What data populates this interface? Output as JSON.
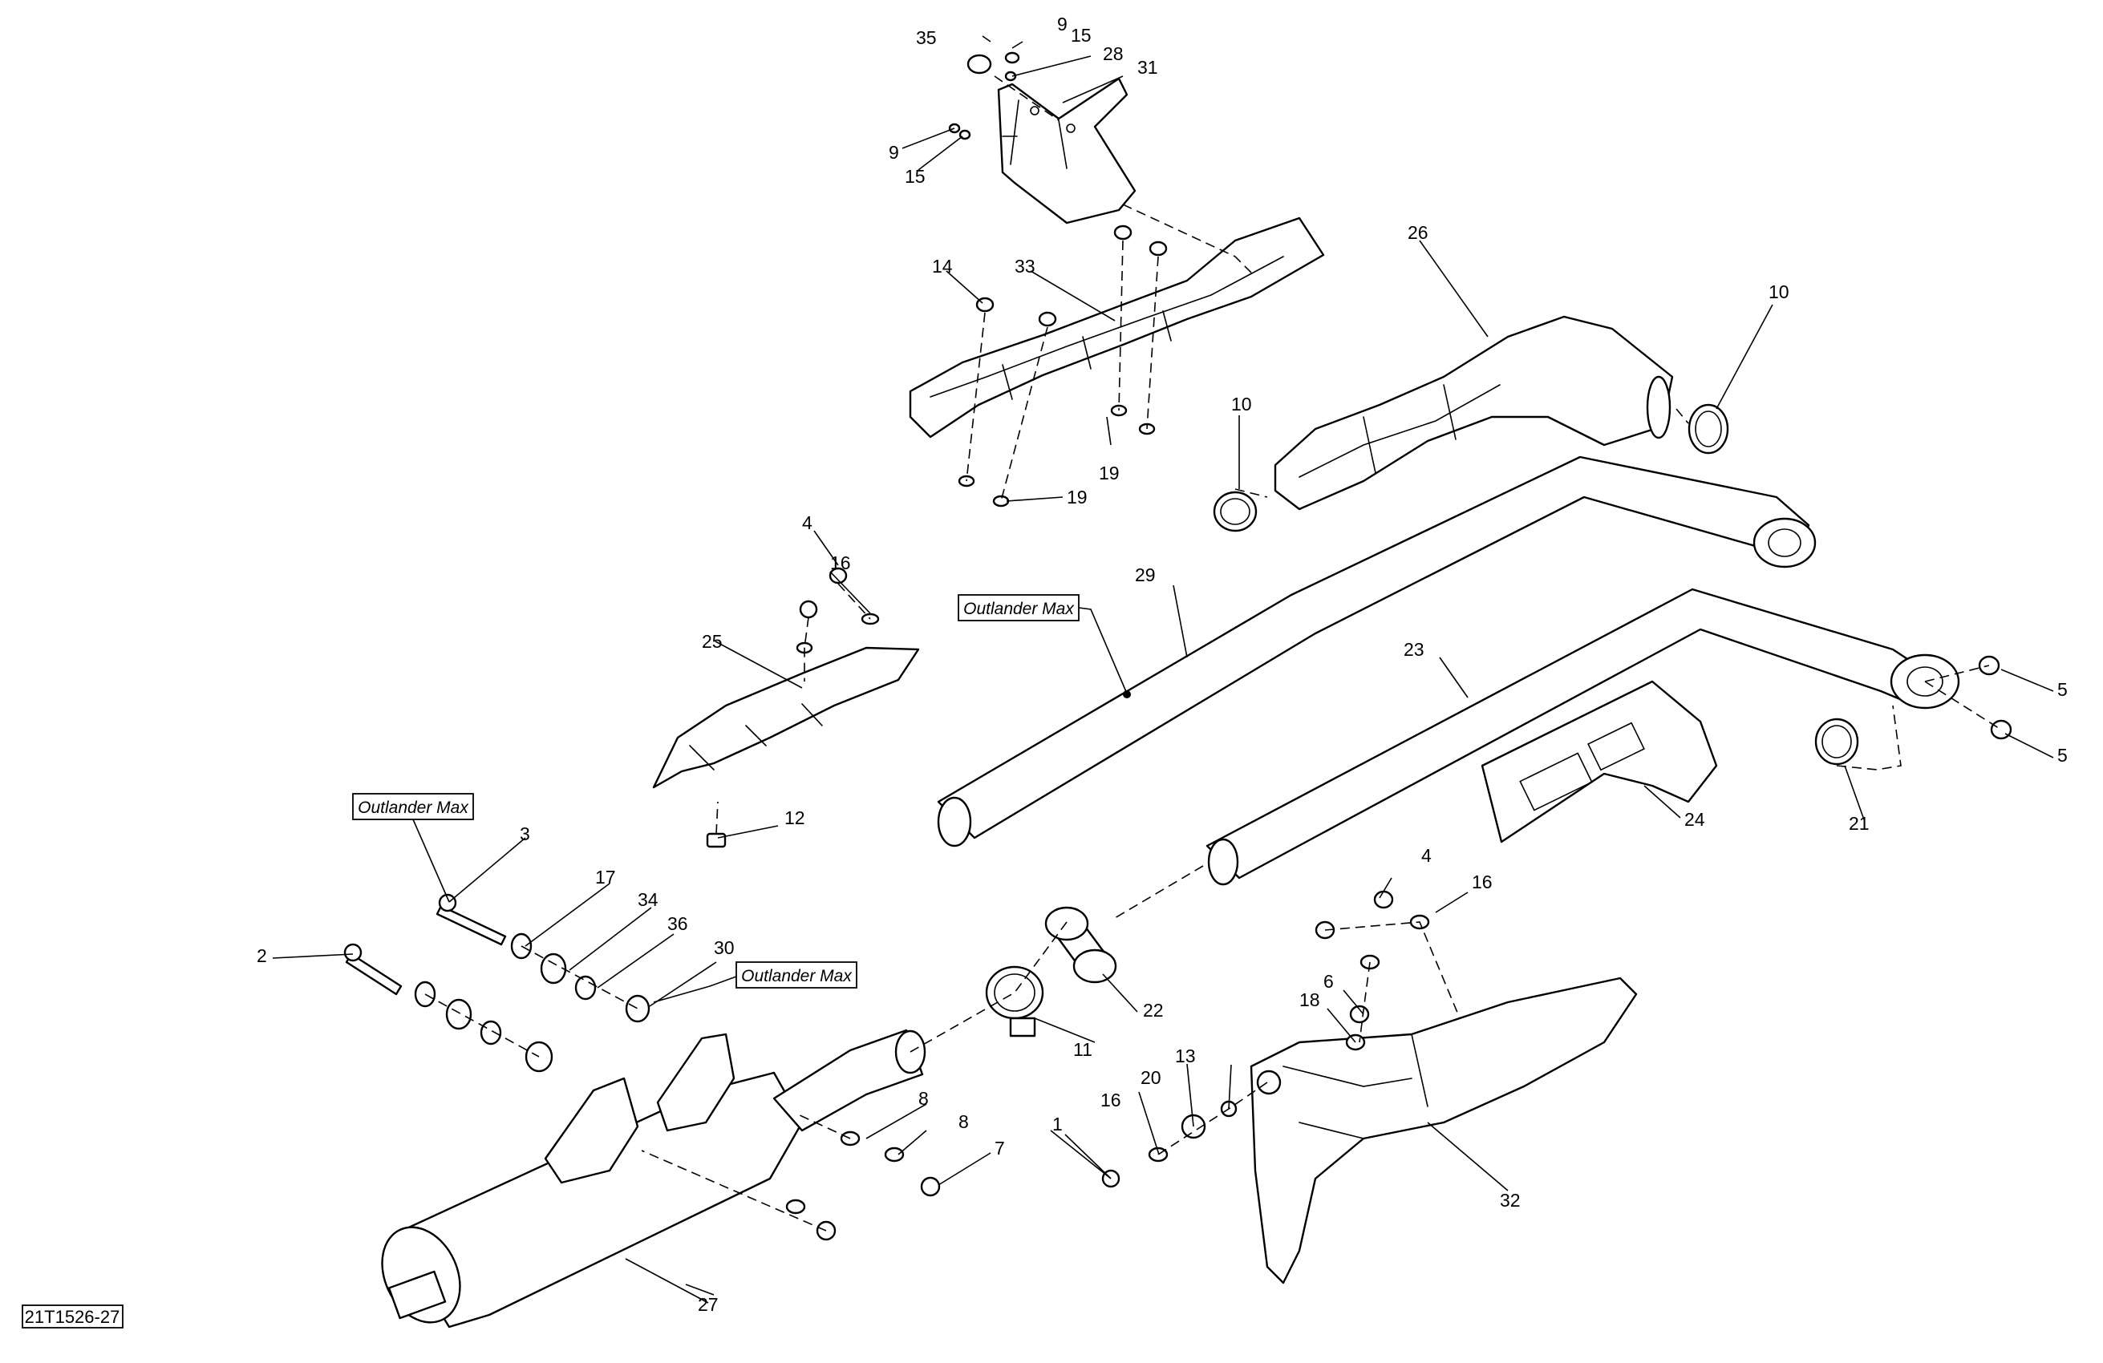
{
  "diagram": {
    "reference_code": "21T1526-27",
    "variant_label": "Outlander Max",
    "callouts": [
      "1",
      "2",
      "3",
      "4",
      "4",
      "5",
      "5",
      "6",
      "7",
      "8",
      "8",
      "9",
      "9",
      "10",
      "10",
      "11",
      "12",
      "13",
      "14",
      "15",
      "15",
      "16",
      "16",
      "16",
      "17",
      "18",
      "19",
      "19",
      "20",
      "21",
      "22",
      "23",
      "24",
      "25",
      "26",
      "27",
      "28",
      "29",
      "30",
      "31",
      "32",
      "33",
      "34",
      "35",
      "36"
    ]
  }
}
